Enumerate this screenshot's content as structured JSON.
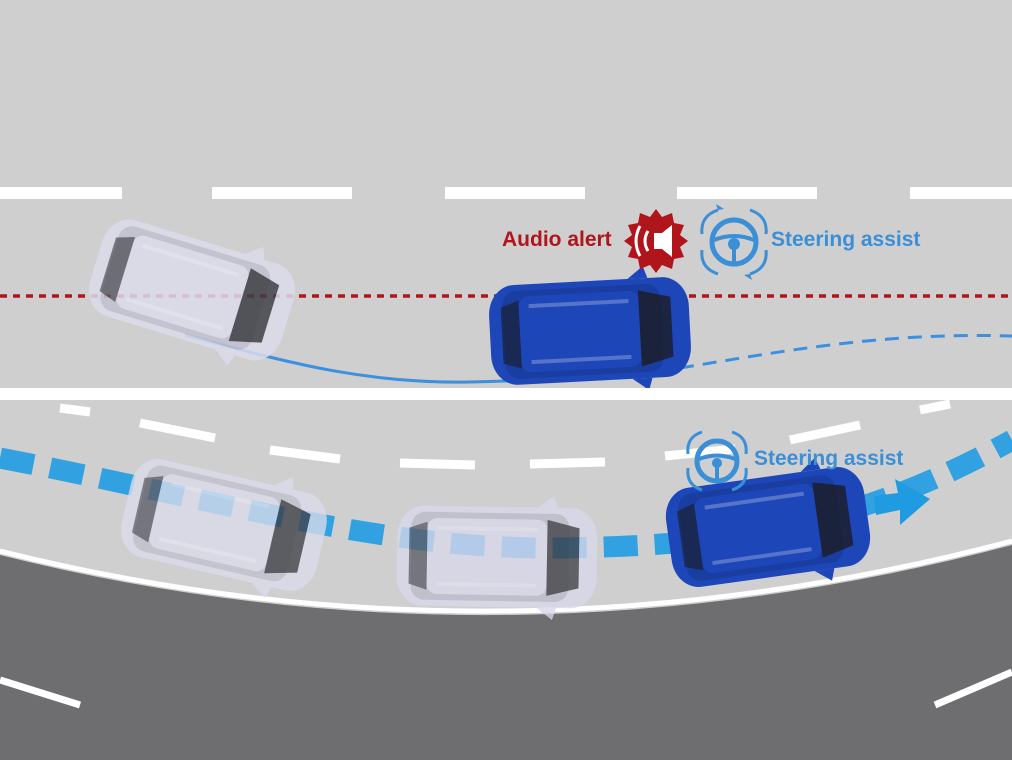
{
  "panel_top": {
    "audio_alert_label": "Audio alert",
    "steering_assist_label": "Steering assist",
    "audio_alert_icon": "speaker-alert-icon",
    "steering_icon": "steering-wheel-icon"
  },
  "panel_bottom": {
    "steering_assist_label": "Steering assist",
    "steering_icon": "steering-wheel-icon"
  },
  "colors": {
    "road_light": "#cfcfd0",
    "road_dark": "#6e6e70",
    "lane_marking": "#ffffff",
    "alert_red": "#b0151c",
    "assist_blue": "#3b8fd6",
    "path_blue": "#1f9be2",
    "car_blue": "#1d46b8",
    "car_ghost": "#dcdcec"
  }
}
